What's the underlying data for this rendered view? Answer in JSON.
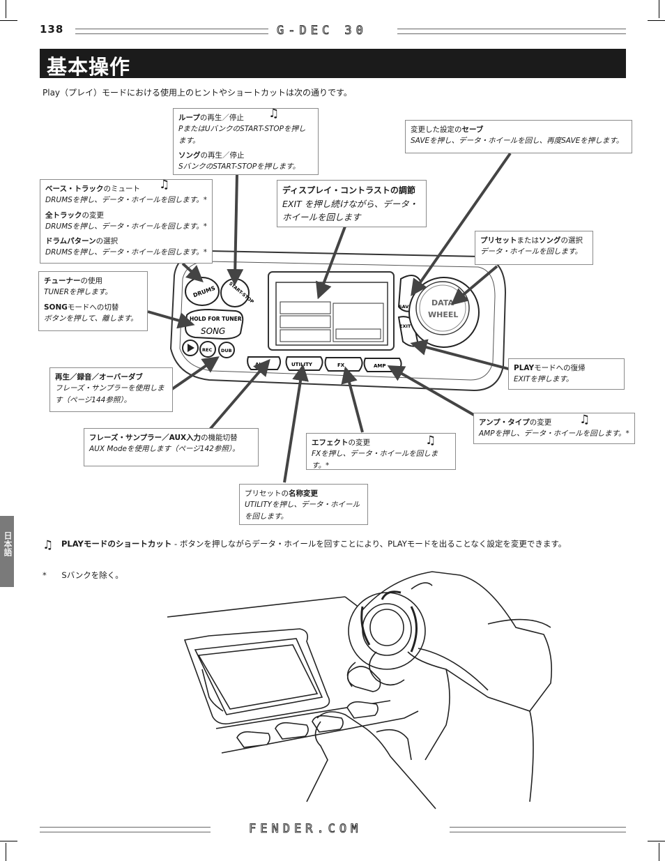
{
  "page": {
    "number": "138",
    "brand": "G-DEC 30",
    "footer_url": "FENDER.COM",
    "side_tab": "日本語"
  },
  "heading": {
    "title": "基本操作"
  },
  "intro": "Play（プレイ）モードにおける使用上のヒントやショートカットは次の通りです。",
  "callouts": {
    "loop": {
      "t1_bold": "ループ",
      "t1_rest": "の再生／停止",
      "d1": "PまたはUバンクのSTART-STOPを押します。",
      "t2_bold": "ソング",
      "t2_rest": "の再生／停止",
      "d2": "SバンクのSTART-STOPを押します。"
    },
    "save": {
      "t_pre": "変更した設定の",
      "t_bold": "セーブ",
      "d": "SAVEを押し、データ・ホイールを回し、再度SAVEを押します。"
    },
    "drums": {
      "t1_bold": "ベース・トラック",
      "t1_rest": "のミュート",
      "d1": "DRUMSを押し、データ・ホイールを回します。*",
      "t2_bold": "全トラック",
      "t2_rest": "の変更",
      "d2": "DRUMSを押し、データ・ホイールを回します。*",
      "t3_bold": "ドラムパターン",
      "t3_rest": "の選択",
      "d3": "DRUMSを押し、データ・ホイールを回します。*"
    },
    "contrast": {
      "t_bold": "ディスプレイ・コントラストの調節",
      "d": "EXIT を押し続けながら、データ・ホイールを回します"
    },
    "preset": {
      "t1_bold": "プリセット",
      "t1_mid": "または",
      "t2_bold": "ソング",
      "t_rest": "の選択",
      "d": "データ・ホイールを回します。"
    },
    "tuner": {
      "t1_bold": "チューナー",
      "t1_rest": "の使用",
      "d1": "TUNERを押します。",
      "t2_bold": "SONG",
      "t2_rest": "モードへの切替",
      "d2": "ボタンを押して、離します。"
    },
    "rec": {
      "t_bold": "再生／録音／オーバーダブ",
      "d": "フレーズ・サンプラーを使用します（ページ144参照）。"
    },
    "play_return": {
      "t_bold": "PLAY",
      "t_rest": "モードへの復帰",
      "d": "EXITを押します。"
    },
    "amp": {
      "t_bold": "アンプ・タイプ",
      "t_rest": "の変更",
      "d": "AMPを押し、データ・ホイールを回します。*"
    },
    "aux": {
      "t_bold": "フレーズ・サンプラー／AUX入力",
      "t_rest": "の機能切替",
      "d": "AUX Modeを使用します（ページ142参照）。"
    },
    "fx": {
      "t_bold": "エフェクト",
      "t_rest": "の変更",
      "d": "FXを押し、データ・ホイールを回します。*"
    },
    "rename": {
      "t_pre": "プリセットの",
      "t_bold": "名称変更",
      "d": "UTILITYを押し、データ・ホイールを回します。"
    }
  },
  "device": {
    "drums": "DRUMS",
    "start_stop": "START-STOP",
    "hold_for_tuner": "HOLD FOR TUNER",
    "song": "SONG",
    "rec": "REC",
    "dub": "DUB",
    "aux": "AUX",
    "utility": "UTILITY",
    "fx": "FX",
    "amp": "AMP",
    "save": "SAVE",
    "exit": "EXIT",
    "data": "DATA",
    "wheel": "WHEEL"
  },
  "shortcut": {
    "icon": "music-note-icon",
    "bold": "PLAYモードのショートカット",
    "text": " - ボタンを押しながらデータ・ホイールを回すことにより、PLAYモードを出ることなく設定を変更できます。"
  },
  "footnote": {
    "mark": "*",
    "text": "Sバンクを除く。"
  }
}
